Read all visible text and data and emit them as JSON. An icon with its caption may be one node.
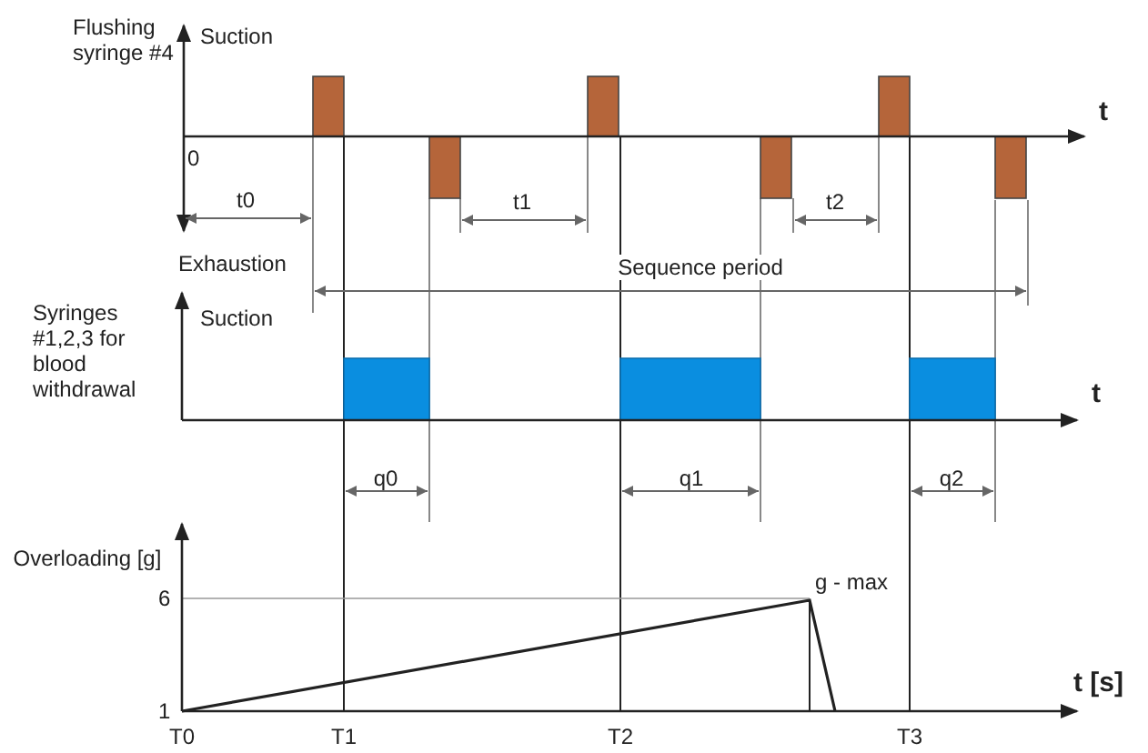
{
  "diagram": {
    "labels": [
      "Flushing syringe #4",
      "Suction",
      "t",
      "0",
      "t0",
      "t1",
      "t2",
      "Exhaustion",
      "Sequence period",
      "Suction",
      "Syringes #1,2,3 for blood withdrawal",
      "t",
      "q0",
      "q1",
      "q2",
      "Overloading [g]",
      "g - max",
      "6",
      "t [s]",
      "1",
      "T0",
      "T1",
      "T2",
      "T3"
    ]
  }
}
